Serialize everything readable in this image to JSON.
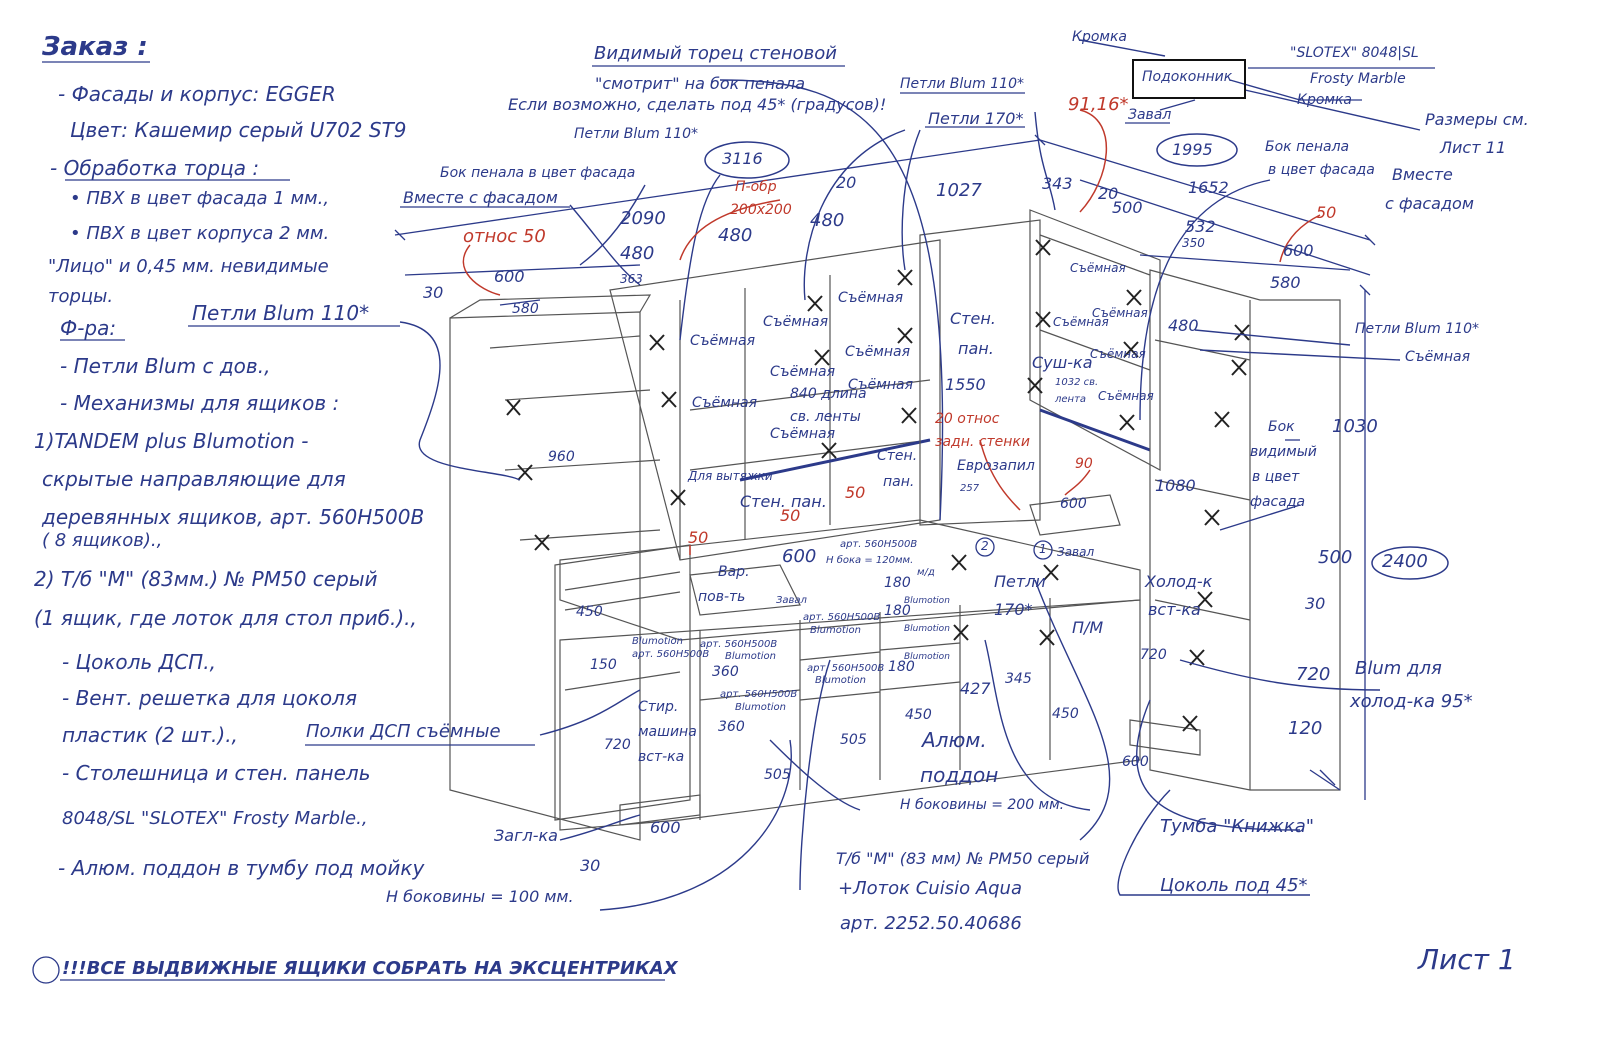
{
  "order": {
    "title": "Заказ :",
    "lines": [
      "- Фасады и корпус: EGGER",
      "Цвет: Кашемир серый U702 ST9",
      "- Обработка торца :",
      "• ПВХ в цвет фасада 1 мм.,",
      "• ПВХ в цвет корпуса 2 мм.",
      "\"Лицо\" и 0,45 мм. невидимые",
      "торцы.",
      "Ф-ра:",
      "- Петли Blum с дов.,",
      "- Механизмы для ящиков :",
      "1)TANDEM plus Blumotion -",
      "скрытые направляющие для",
      "деревянных ящиков, арт. 560H500B",
      "( 8 ящиков).,",
      "2) Т/б \"М\" (83мм.) № PM50 серый",
      "(1 ящик, где лоток для стол приб.).,",
      "- Цоколь ДСП.,",
      "- Вент. решетка для цоколя",
      "пластик (2 шт.).,",
      "- Столешница и стен. панель",
      "8048/SL \"SLOTEX\" Frosty Marble.,",
      "- Алюм. поддон в тумбу под мойку"
    ]
  },
  "footer": {
    "warning": "!!!ВСЕ ВЫДВИЖНЫЕ ЯЩИКИ СОБРАТЬ НА ЭКСЦЕНТРИКАХ",
    "sheet": "Лист 1"
  },
  "annotations": {
    "visible_end": "Видимый торец стеновой",
    "looks_side": "\"смотрит\" на бок пенала",
    "angle45": "Если возможно, сделать под 45* (градусов)!",
    "hinges_110_top": "Петли Blum 110*",
    "hinges_110_mid": "Петли Blum 110*",
    "hinges_110_left": "Петли Blum 110*",
    "hinges_110_right": "Петли Blum 110*",
    "hinges_170": "Петли 170*",
    "angle_9116": "91,16*",
    "edge1": "Кромка",
    "edge2": "Кромка",
    "windowsill": "Подоконник",
    "slotex": "\"SLOTEX\" 8048|SL",
    "frosty": "Frosty Marble",
    "zaval_top": "Завал",
    "sizes_see": "Размеры см.",
    "sheet11": "Лист 11",
    "side_case_left": "Бок пенала в цвет фасада",
    "together_left": "Вместе с фасадом",
    "side_case_right1": "Бок пенала",
    "side_case_right2": "в цвет фасада",
    "together_right1": "Вместе",
    "together_right2": "с фасадом",
    "p_obr": "П-обр",
    "p_obr_size": "200x200",
    "otnos50": "относ 50",
    "removable": "Съёмная",
    "wall_panel": "Стен.",
    "wall_panel2": "пан.",
    "dryer": "Суш-ка",
    "len_1032a": "1032 св.",
    "len_1032b": "лента",
    "len_840a": "840 длина",
    "len_840b": "св. ленты",
    "for_hood": "Для вытяжки",
    "wall_pan": "Стен. пан.",
    "otnos20a": "20 относ",
    "otnos20b": "задн. стенки",
    "eurozapil": "Еврозапил",
    "var_a": "Вар.",
    "var_b": "пов-ть",
    "zaval_mid": "Завал",
    "art_a": "арт. 560H500B",
    "art_b": "H бока = 120мм.",
    "blumotion": "Blumotion",
    "art_short": "арт. 560H500B",
    "hinges170a": "Петли",
    "hinges170b": "170*",
    "pm": "П/М",
    "zaval_sink": "Завал",
    "fridge_a": "Холод-к",
    "fridge_b": "вст-ка",
    "side_visible": [
      "Бок",
      "видимый",
      "в цвет",
      "фасада"
    ],
    "blum_fridge_a": "Blum для",
    "blum_fridge_b": "холод-ка 95*",
    "shelves": "Полки ДСП съёмные",
    "washer_a": "Стир.",
    "washer_b": "машина",
    "washer_c": "вст-ка",
    "alu_a": "Алюм.",
    "alu_b": "поддон",
    "h_200": "H боковины = 200 мм.",
    "h_100": "H боковины = 100 мм.",
    "plug": "Загл-ка",
    "tumba": "Тумба \"Книжка\"",
    "plinth45": "Цоколь под 45*",
    "tb_m": "Т/б \"М\" (83 мм) № PM50 серый",
    "tray": "+Лоток Cuisio Aqua",
    "tray_art": "арт. 2252.50.40686",
    "md": "м/д"
  },
  "dimensions": {
    "d3116": "3116",
    "d1995": "1995",
    "d2400": "2400",
    "d2090": "2090",
    "d480a": "480",
    "d480b": "480",
    "d480c": "480",
    "d480d": "480",
    "d20a": "20",
    "d20b": "20",
    "d1027": "1027",
    "d343": "343",
    "d500a": "500",
    "d1652": "1652",
    "d532": "532",
    "d350": "350",
    "d600a": "600",
    "d580a": "580",
    "d580b": "580",
    "d600b": "600",
    "d30a": "30",
    "d363": "363",
    "d50a": "50",
    "d960": "960",
    "d1550": "1550",
    "d1030": "1030",
    "d1080": "1080",
    "d500b": "500",
    "d30b": "30",
    "d720a": "720",
    "d120": "120",
    "d720b": "720",
    "d450a": "450",
    "d150": "150",
    "d720c": "720",
    "d360a": "360",
    "d360b": "360",
    "d505a": "505",
    "d505b": "505",
    "d600c": "600",
    "d30c": "30",
    "d600d": "600",
    "d180a": "180",
    "d180b": "180",
    "d180c": "180",
    "d427": "427",
    "d345": "345",
    "d450b": "450",
    "d450c": "450",
    "d600e": "600",
    "d600f": "600",
    "d257": "257",
    "d90": "90",
    "d50b": "50",
    "d50c": "50",
    "d50d": "50",
    "circle1": "1",
    "circle2": "2"
  },
  "colors": {
    "ink": "#2c3a8a",
    "red": "#c0392b",
    "gray": "#555555"
  }
}
